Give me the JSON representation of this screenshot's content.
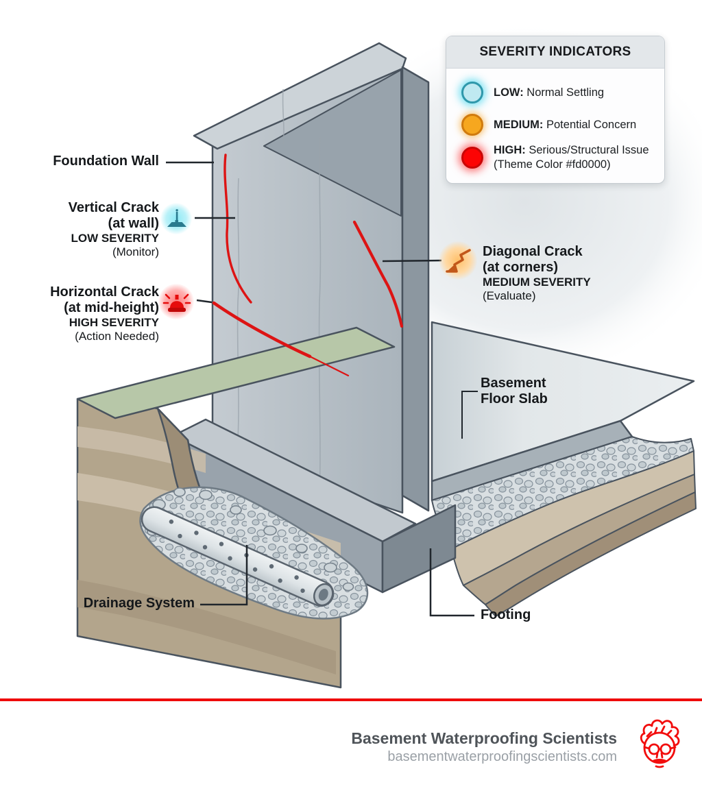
{
  "legend": {
    "title": "SEVERITY INDICATORS",
    "items": [
      {
        "level": "LOW:",
        "desc": "Normal Settling",
        "color": "#4fd4e8"
      },
      {
        "level": "MEDIUM:",
        "desc": "Potential Concern",
        "color": "#f2a31d"
      },
      {
        "level": "HIGH:",
        "desc": "Serious/Structural Issue",
        "desc2": "(Theme Color #fd0000)",
        "color": "#fd0000"
      }
    ]
  },
  "callouts": {
    "foundation_wall": {
      "title": "Foundation Wall"
    },
    "vertical_crack": {
      "title": "Vertical Crack",
      "location": "(at wall)",
      "severity": "LOW SEVERITY",
      "action": "(Monitor)"
    },
    "horizontal_crack": {
      "title": "Horizontal Crack",
      "location": "(at mid-height)",
      "severity": "HIGH SEVERITY",
      "action": "(Action Needed)"
    },
    "diagonal_crack": {
      "title": "Diagonal Crack",
      "location": "(at corners)",
      "severity": "MEDIUM SEVERITY",
      "action": "(Evaluate)"
    },
    "basement_floor_slab": {
      "line1": "Basement",
      "line2": "Floor Slab"
    },
    "drainage_system": {
      "title": "Drainage System"
    },
    "footing": {
      "title": "Footing"
    }
  },
  "icons": {
    "low": "survey-marker-icon",
    "medium": "crack-zigzag-icon",
    "high": "siren-icon"
  },
  "colors": {
    "theme_red": "#fd0000",
    "crack_red": "#dd1414",
    "divider_red": "#ef0b0b",
    "low_cyan": "#4fd4e8",
    "medium_orange": "#f2a31d"
  },
  "footer": {
    "brand": "Basement Waterproofing Scientists",
    "website": "basementwaterproofingscientists.com"
  }
}
